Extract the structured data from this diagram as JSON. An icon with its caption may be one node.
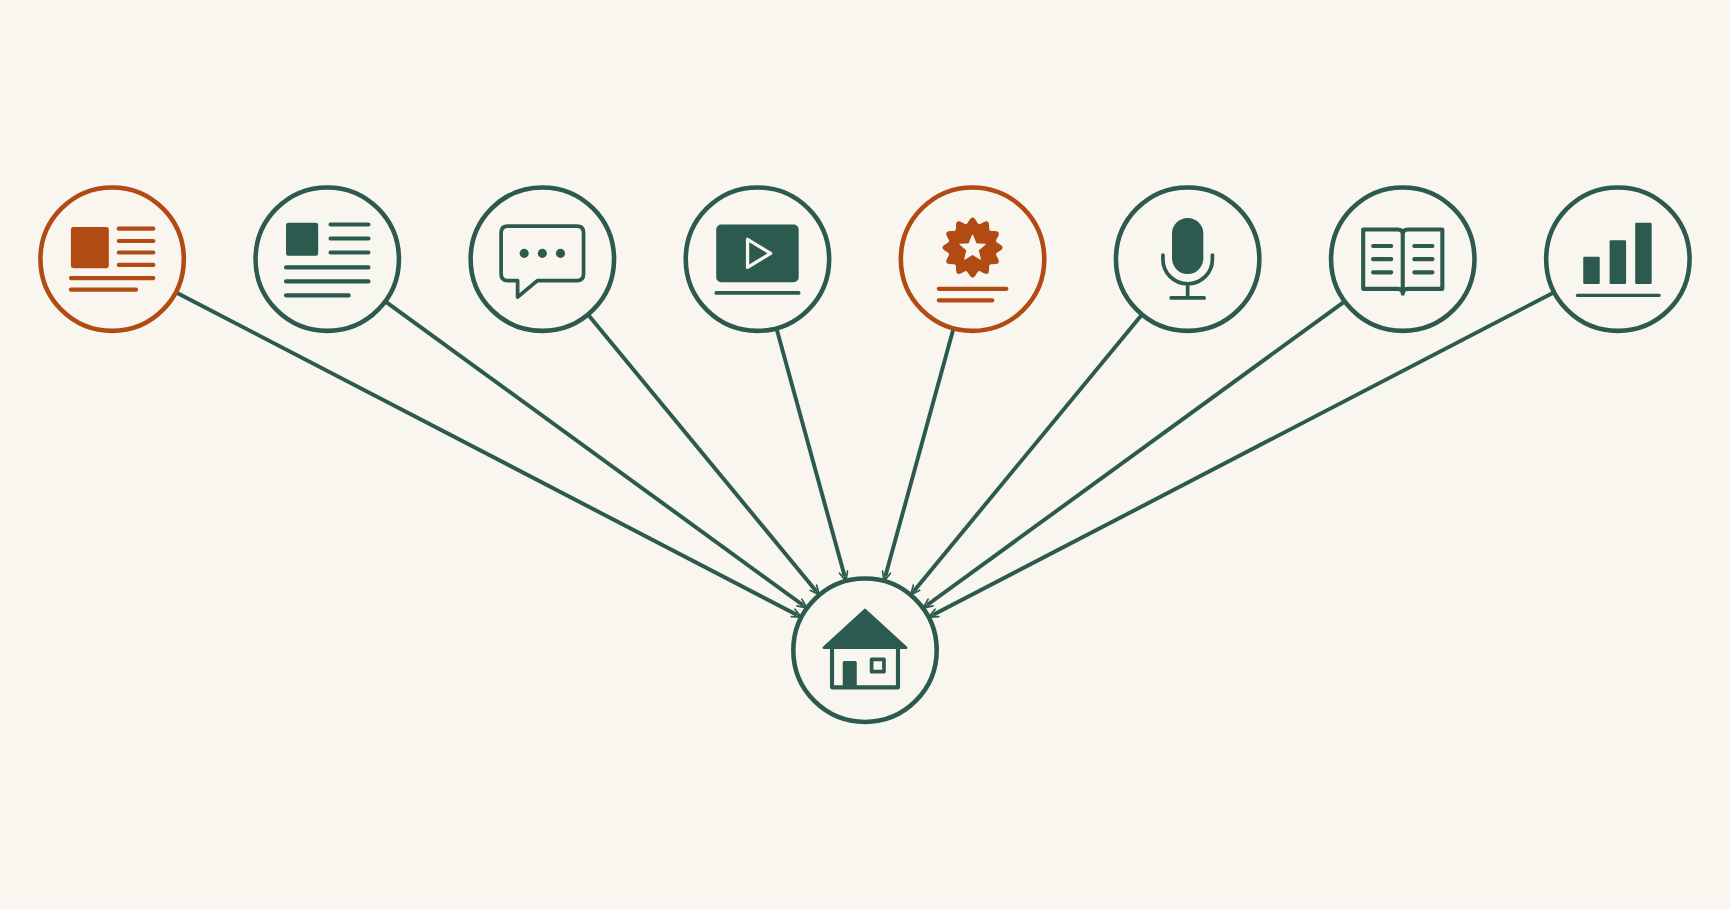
{
  "diagram": {
    "nodes": [
      {
        "text": [],
        "shape": "circle"
      },
      {
        "text": [],
        "shape": "circle"
      },
      {
        "text": [],
        "shape": "circle"
      },
      {
        "text": [],
        "shape": "circle"
      },
      {
        "text": [],
        "shape": "circle"
      },
      {
        "text": [],
        "shape": "circle"
      },
      {
        "text": [],
        "shape": "circle"
      },
      {
        "text": [],
        "shape": "circle"
      },
      {
        "text": [],
        "shape": "circle"
      }
    ],
    "edges": [
      {
        "from": 0,
        "to": 4,
        "arrow": "to"
      },
      {
        "from": 1,
        "to": 4,
        "arrow": "to"
      },
      {
        "from": 2,
        "to": 4,
        "arrow": "to"
      },
      {
        "from": 3,
        "to": 4,
        "arrow": "to"
      },
      {
        "from": 5,
        "to": 4,
        "arrow": "to"
      },
      {
        "from": 6,
        "to": 4,
        "arrow": "to"
      },
      {
        "from": 7,
        "to": 4,
        "arrow": "to"
      },
      {
        "from": 8,
        "to": 4,
        "arrow": "to"
      }
    ]
  }
}
